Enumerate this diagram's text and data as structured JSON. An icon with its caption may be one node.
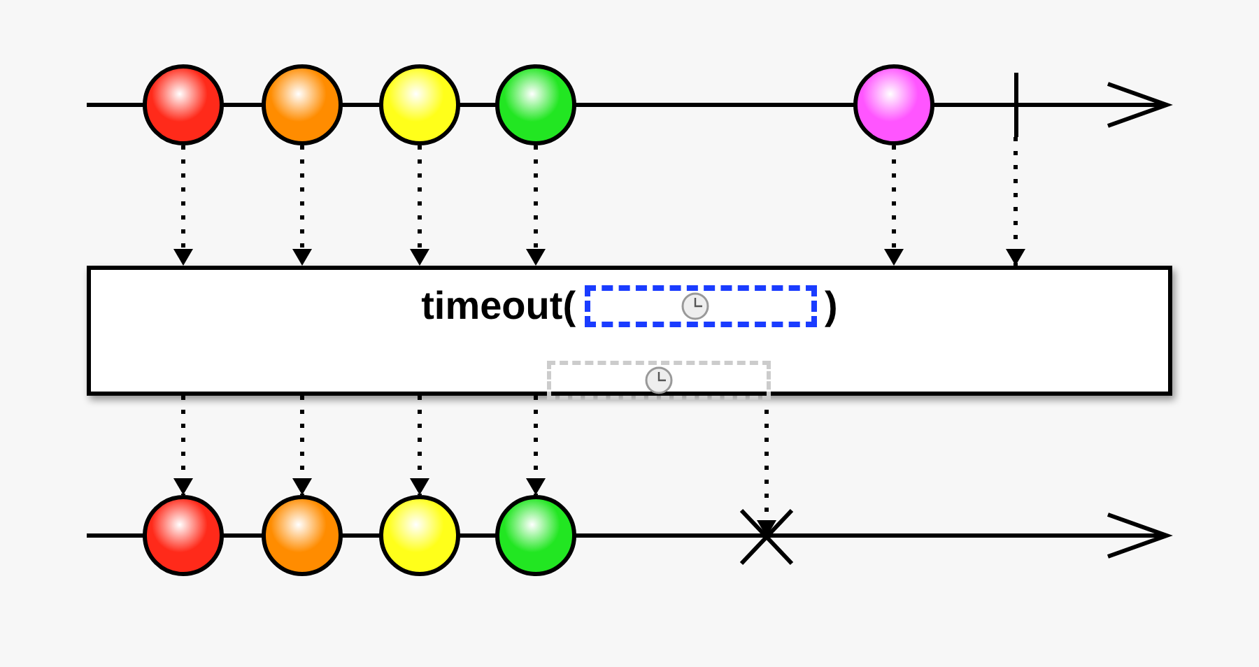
{
  "diagram": {
    "nodes": [
      {
        "text": [],
        "shape": "circle"
      },
      {
        "text": [],
        "shape": "circle"
      },
      {
        "text": [],
        "shape": "circle"
      },
      {
        "text": [],
        "shape": "circle"
      },
      {
        "text": [],
        "shape": "circle"
      },
      {
        "text": [],
        "shape": "bar"
      },
      {
        "text": [
          "timeout(",
          ")"
        ]
      },
      {
        "text": [],
        "shape": "box",
        "in": 6
      },
      {
        "text": [],
        "shape": "circle"
      },
      {
        "text": [],
        "shape": "circle"
      },
      {
        "text": [],
        "shape": "circle"
      },
      {
        "text": [],
        "shape": "circle"
      },
      {
        "text": [],
        "shape": "cross"
      }
    ],
    "edges": [
      {
        "from": 0,
        "to": 6,
        "arrow": "to"
      },
      {
        "from": 1,
        "to": 6,
        "arrow": "to"
      },
      {
        "from": 2,
        "to": 6,
        "arrow": "to"
      },
      {
        "from": 3,
        "to": 6,
        "arrow": "to"
      },
      {
        "from": 4,
        "to": 6,
        "arrow": "to"
      },
      {
        "from": 5,
        "to": 6,
        "arrow": "to"
      },
      {
        "from": 6,
        "to": 8,
        "arrow": "to"
      },
      {
        "from": 6,
        "to": 9,
        "arrow": "to"
      },
      {
        "from": 6,
        "to": 10,
        "arrow": "to"
      },
      {
        "from": 6,
        "to": 11,
        "arrow": "to"
      },
      {
        "from": 7,
        "to": 12,
        "arrow": "to"
      }
    ]
  }
}
